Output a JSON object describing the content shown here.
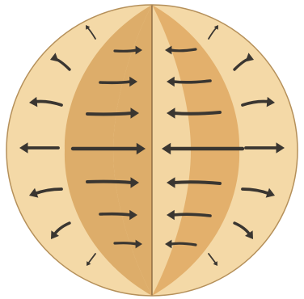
{
  "diagram": {
    "colors": {
      "background": "#ffffff",
      "outer_band": "#f4d9a7",
      "inner_band_left": "#ddad6a",
      "inner_band_right": "#e3b06c",
      "center_band": "#f3d6a2",
      "outline": "#b5905a",
      "divider": "#7a5a36",
      "arrow": "#3a3631"
    },
    "arrow_groups": [
      {
        "name": "outer-left",
        "direction": "outward-left"
      },
      {
        "name": "inner-left",
        "direction": "toward-center"
      },
      {
        "name": "inner-right",
        "direction": "toward-center"
      },
      {
        "name": "outer-right",
        "direction": "outward-right"
      }
    ]
  }
}
